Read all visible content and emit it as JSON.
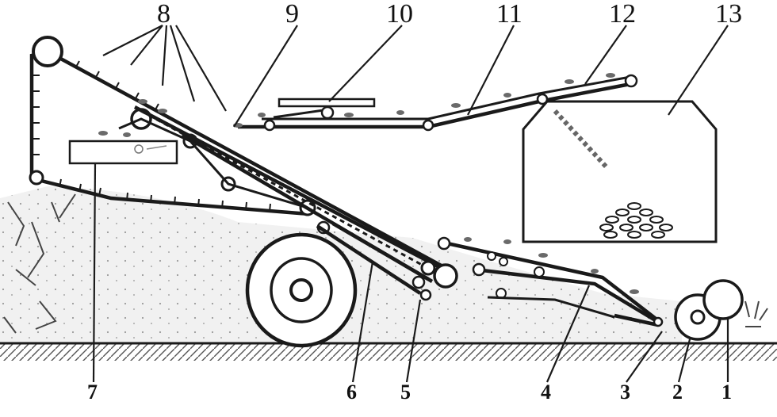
{
  "diagram": {
    "callouts_top": [
      "8",
      "9",
      "10",
      "11",
      "12",
      "13"
    ],
    "callouts_bottom": [
      "7",
      "6",
      "5",
      "4",
      "3",
      "2",
      "1"
    ]
  }
}
